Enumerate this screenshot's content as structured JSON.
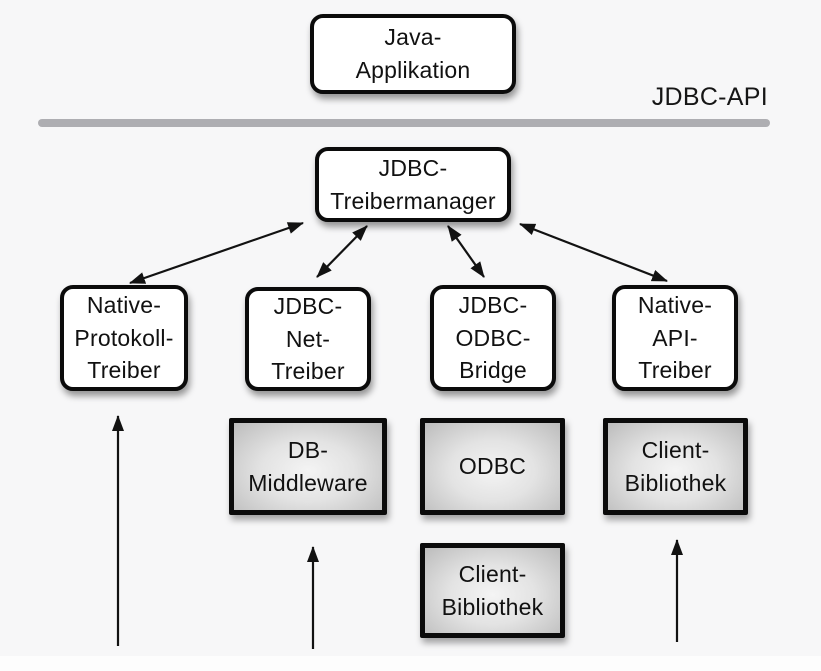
{
  "divider": {
    "label": "JDBC-API",
    "line_color": "#aeaeb2"
  },
  "nodes": {
    "java_app": {
      "label": "Java-\nApplikation"
    },
    "treibermanager": {
      "label": "JDBC-\nTreibermanager"
    },
    "native_protokoll": {
      "label": "Native-\nProtokoll-\nTreiber"
    },
    "jdbc_net": {
      "label": "JDBC-\nNet-\nTreiber"
    },
    "jdbc_odbc": {
      "label": "JDBC-\nODBC-\nBridge"
    },
    "native_api": {
      "label": "Native-\nAPI-\nTreiber"
    },
    "db_middleware": {
      "label": "DB-\nMiddleware"
    },
    "odbc": {
      "label": "ODBC"
    },
    "client_bibliothek_odbc": {
      "label": "Client-\nBibliothek"
    },
    "client_bibliothek_native": {
      "label": "Client-\nBibliothek"
    }
  },
  "colors": {
    "background": "#f7f7f8",
    "box_fill": "#ffffff",
    "box_border": "#0b0b0b",
    "gray_box_center": "#f4f4f4",
    "gray_box_edge": "#bcbcbc",
    "arrow": "#121212"
  }
}
